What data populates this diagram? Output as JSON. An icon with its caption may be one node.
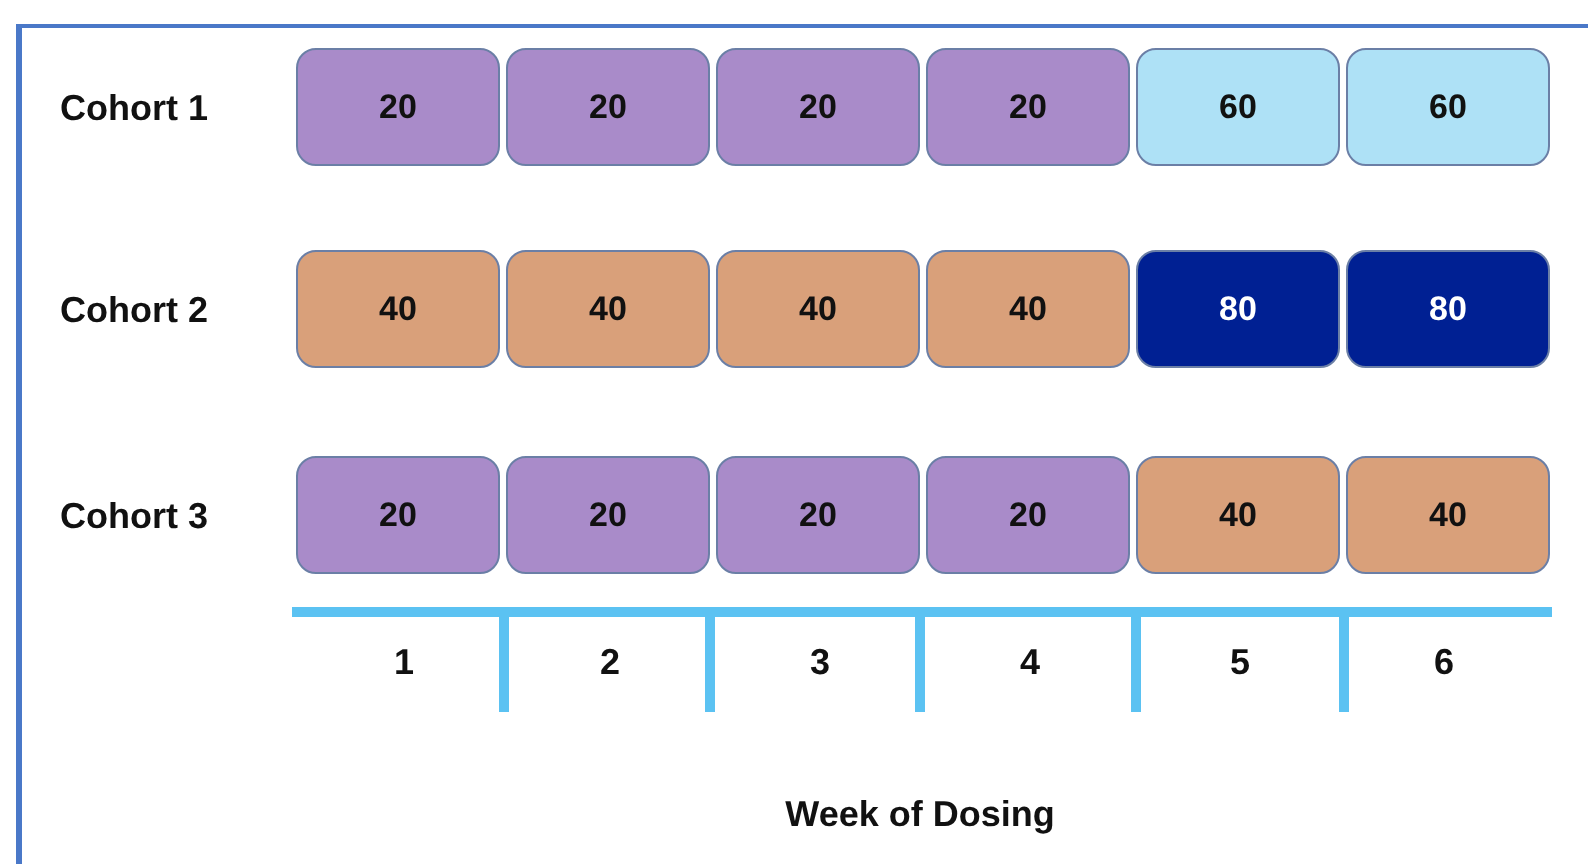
{
  "diagram": {
    "nodes": [
      {
        "text": [
          "20"
        ]
      },
      {
        "text": [
          "20"
        ]
      },
      {
        "text": [
          "20"
        ]
      },
      {
        "text": [
          "20"
        ]
      },
      {
        "text": [
          "60"
        ]
      },
      {
        "text": [
          "60"
        ]
      },
      {
        "text": [
          "40"
        ]
      },
      {
        "text": [
          "40"
        ]
      },
      {
        "text": [
          "40"
        ]
      },
      {
        "text": [
          "40"
        ]
      },
      {
        "text": [
          "80"
        ]
      },
      {
        "text": [
          "80"
        ]
      },
      {
        "text": [
          "20"
        ]
      },
      {
        "text": [
          "20"
        ]
      },
      {
        "text": [
          "20"
        ]
      },
      {
        "text": [
          "20"
        ]
      },
      {
        "text": [
          "40"
        ]
      },
      {
        "text": [
          "40"
        ]
      }
    ],
    "labels": [
      "Cohort 1",
      "Cohort 2",
      "Cohort 3",
      "1",
      "2",
      "3",
      "4",
      "5",
      "6",
      "Week of Dosing"
    ]
  }
}
